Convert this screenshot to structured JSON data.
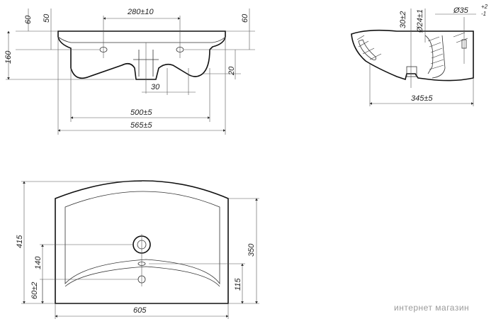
{
  "front_view": {
    "dims": {
      "top_center_spacing": "280±10",
      "left_side_60": "60",
      "left_side_50": "50",
      "right_side_60": "60",
      "left_height_160": "160",
      "right_depth_20": "20",
      "bottom_30": "30",
      "width_inner": "500±5",
      "width_outer": "565±5"
    }
  },
  "side_view": {
    "dims": {
      "depth_30": "30±2",
      "drain_diameter": "Ø24±1",
      "overflow_diameter": "Ø35",
      "overflow_tol_upper": "+2",
      "overflow_tol_lower": "-1",
      "depth_total": "345±5"
    }
  },
  "plan_view": {
    "dims": {
      "depth_415": "415",
      "depth_350": "350",
      "drain_140": "140",
      "drain_115": "115",
      "bottom_60": "60±2",
      "width_605": "605"
    }
  },
  "watermark": "интернет магазин"
}
